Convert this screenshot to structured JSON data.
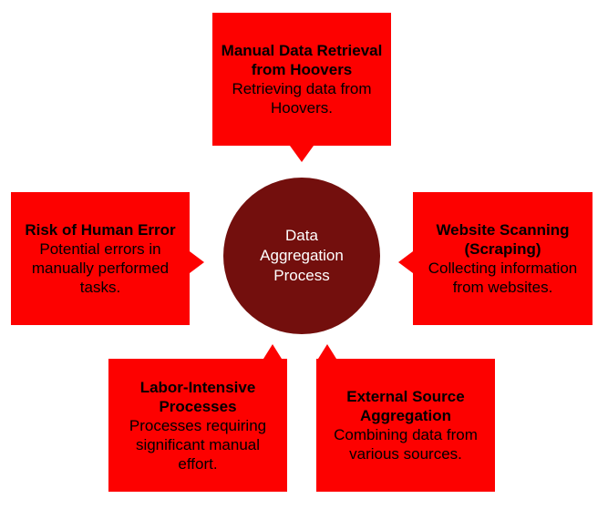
{
  "colors": {
    "box": "#fd0100",
    "center": "#730f0d",
    "center_text": "#ffffff"
  },
  "center": {
    "label": "Data\nAggregation\nProcess"
  },
  "nodes": {
    "top": {
      "title": "Manual Data Retrieval from Hoovers",
      "text": "Retrieving data from Hoovers."
    },
    "right": {
      "title": "Website Scanning (Scraping)",
      "text": "Collecting information from websites."
    },
    "left": {
      "title": "Risk of Human Error",
      "text": "Potential errors in manually performed tasks."
    },
    "bottom_left": {
      "title": "Labor-Intensive Processes",
      "text": "Processes requiring significant manual effort."
    },
    "bottom_right": {
      "title": "External Source Aggregation",
      "text": "Combining data from various sources."
    }
  }
}
